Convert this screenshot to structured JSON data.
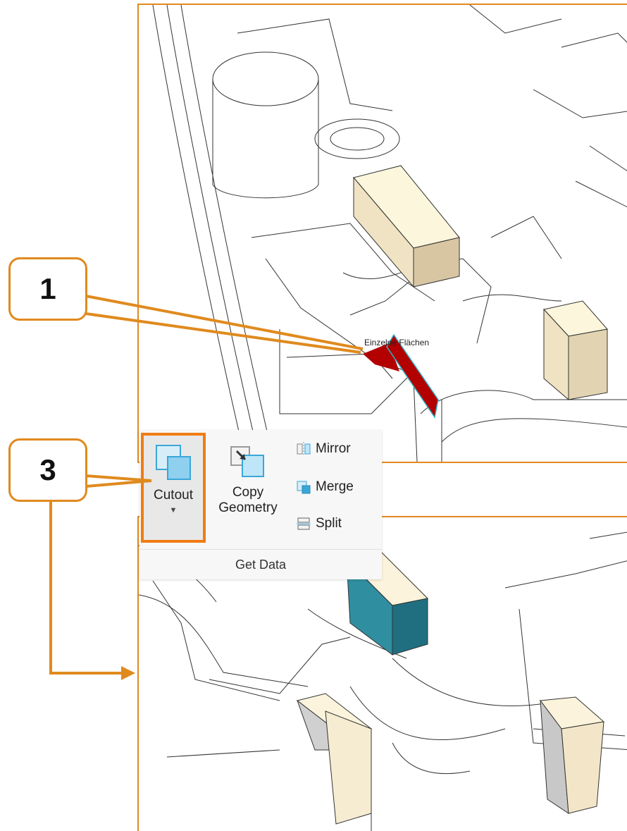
{
  "callouts": {
    "one": "1",
    "three": "3"
  },
  "viewport_top": {
    "face_label": "Einzelne Flächen"
  },
  "ribbon": {
    "cutout_label": "Cutout",
    "copy_label_line1": "Copy",
    "copy_label_line2": "Geometry",
    "mirror_label": "Mirror",
    "merge_label": "Merge",
    "split_label": "Split",
    "group_label": "Get Data",
    "cutout_dropdown": "▼"
  },
  "colors": {
    "accent_orange": "#e08a1e",
    "selection_red": "#b30000",
    "highlight_teal": "#2f8fa0",
    "part_beige": "#f6ecd2",
    "ribbon_highlight": "#f07c12",
    "icon_blue": "#3aa7d8"
  },
  "icons": {
    "cutout": "cutout-icon",
    "copy_geometry": "copy-geometry-icon",
    "mirror": "mirror-icon",
    "merge": "merge-icon",
    "split": "split-icon"
  }
}
